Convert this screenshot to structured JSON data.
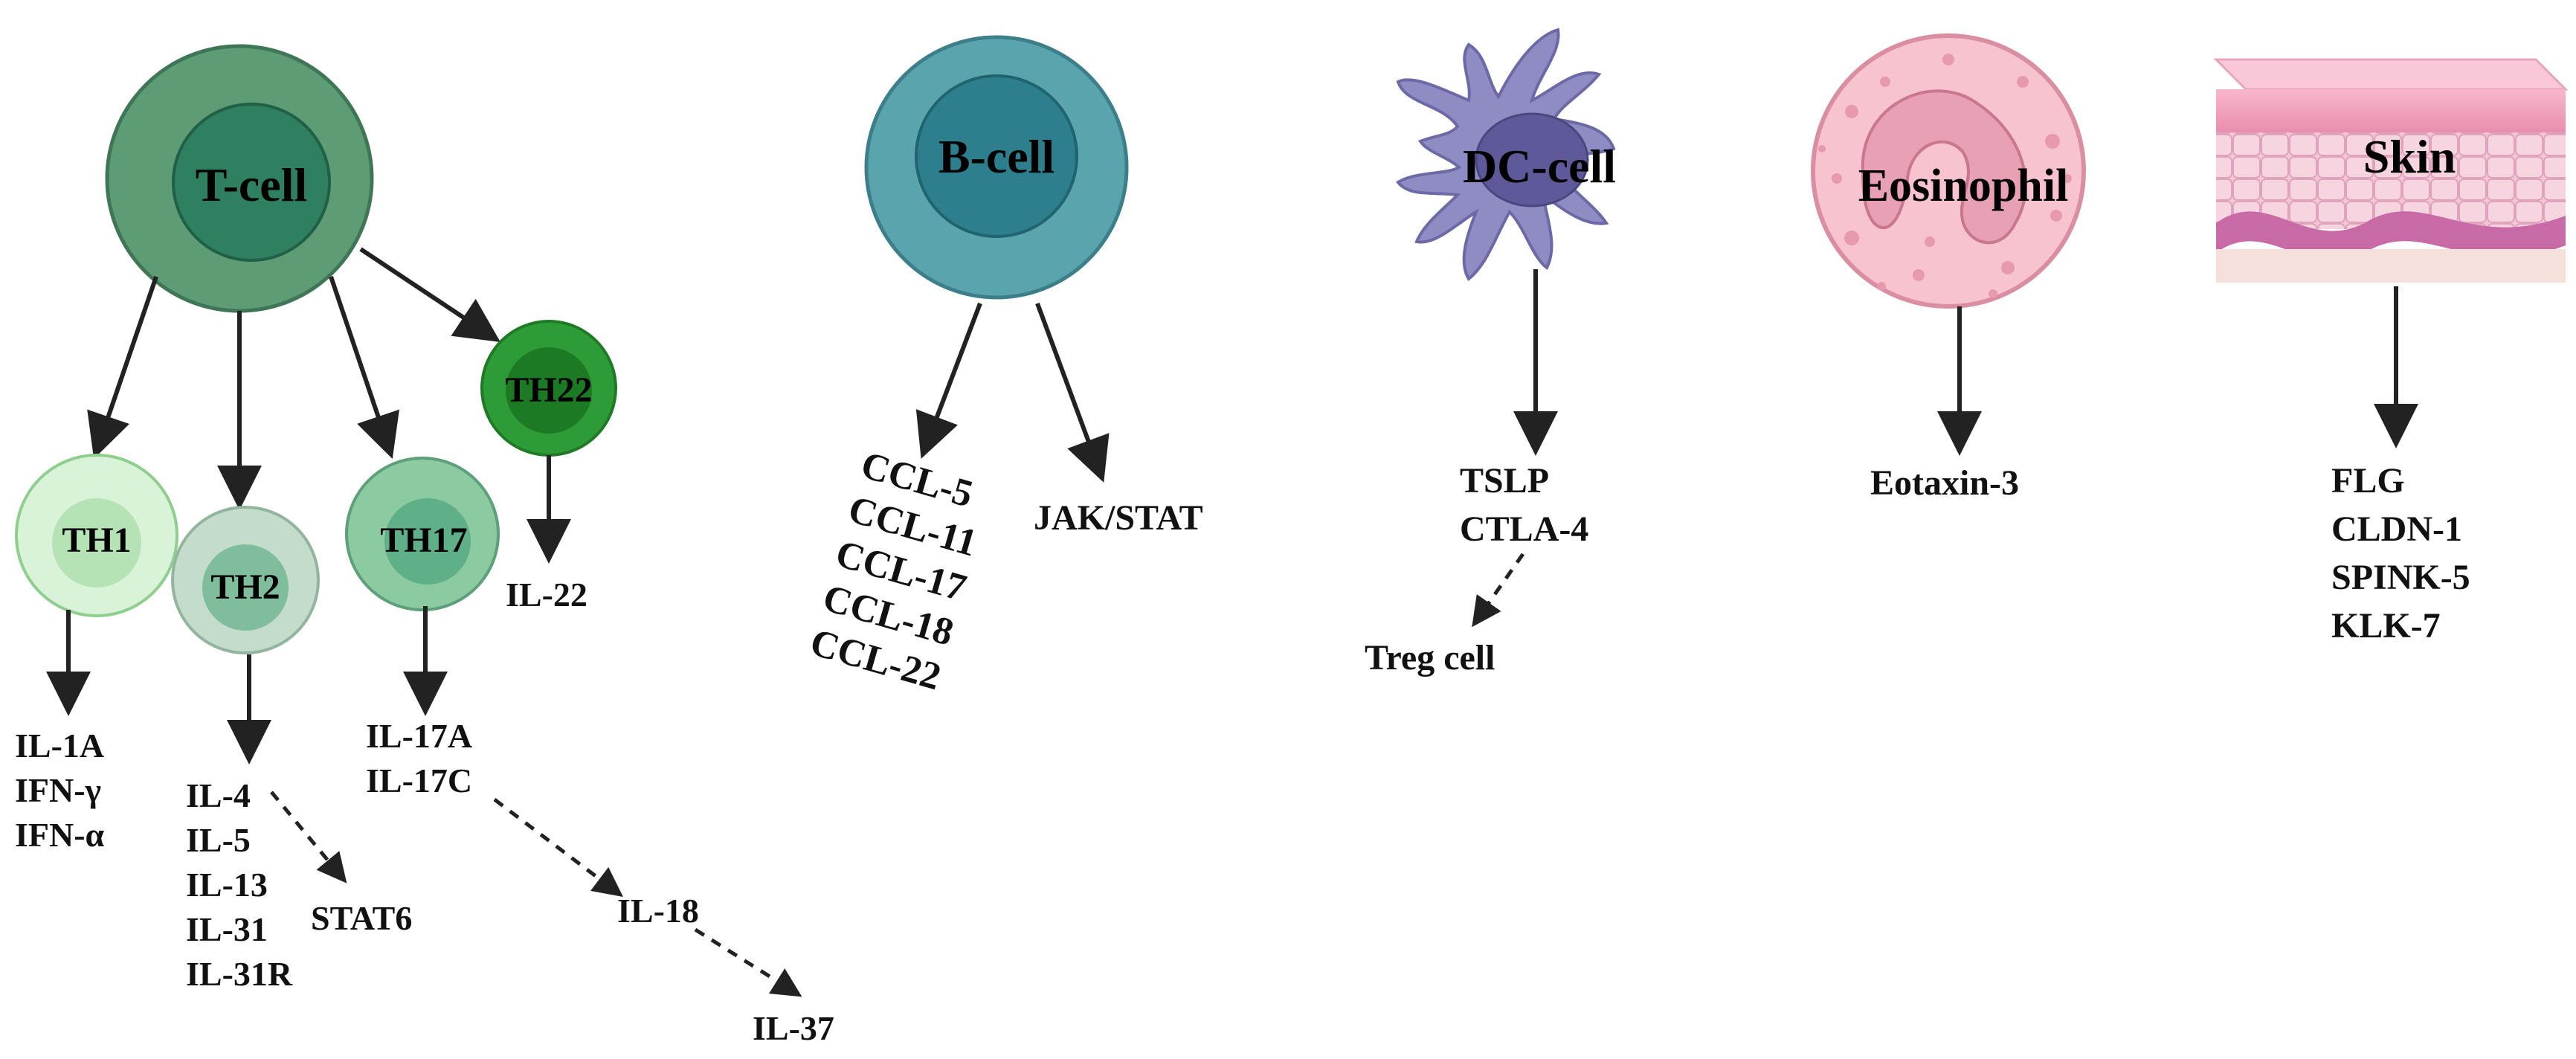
{
  "colors": {
    "tcell_outer": "#5d9c74",
    "tcell_inner": "#2e8060",
    "th1": "#d8f3d8",
    "th2": "#c4dccb",
    "th17": "#8ccaa2",
    "th22": "#2e9c36",
    "bcell": "#5aa4ae",
    "dc": "#8f8cc4",
    "eos": "#f6c3cf",
    "skin": "#e9a2ba",
    "arrow": "#222222"
  },
  "cells": {
    "tcell": {
      "name": "T-cell"
    },
    "th1": {
      "name": "TH1",
      "markers": [
        "IL-1A",
        "IFN-γ",
        "IFN-α"
      ]
    },
    "th2": {
      "name": "TH2",
      "markers": [
        "IL-4",
        "IL-5",
        "IL-13",
        "IL-31",
        "IL-31R"
      ],
      "downstream": "STAT6"
    },
    "th17": {
      "name": "TH17",
      "markers": [
        "IL-17A",
        "IL-17C"
      ],
      "downstream": [
        "IL-18",
        "IL-37"
      ]
    },
    "th22": {
      "name": "TH22",
      "markers": [
        "IL-22"
      ]
    },
    "bcell": {
      "name": "B-cell",
      "chemokines": [
        "CCL-5",
        "CCL-11",
        "CCL-17",
        "CCL-18",
        "CCL-22"
      ],
      "pathway": "JAK/STAT"
    },
    "dc": {
      "name": "DC-cell",
      "markers": [
        "TSLP",
        "CTLA-4"
      ],
      "downstream": "Treg cell"
    },
    "eosinophil": {
      "name": "Eosinophil",
      "markers": [
        "Eotaxin-3"
      ]
    },
    "skin": {
      "name": "Skin",
      "markers": [
        "FLG",
        "CLDN-1",
        "SPINK-5",
        "KLK-7"
      ]
    }
  }
}
